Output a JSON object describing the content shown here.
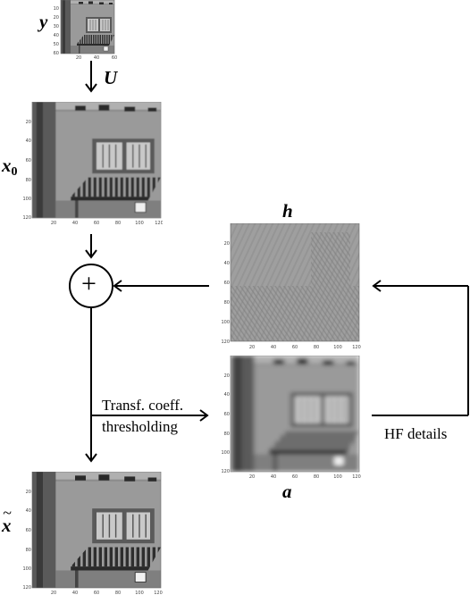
{
  "labels": {
    "y": "y",
    "U": "U",
    "x0_main": "x",
    "x0_sub": "0",
    "h": "h",
    "a": "a",
    "x_tilde": "x",
    "tilde": "~"
  },
  "annotations": {
    "thresholding_line1": "Transf. coeff.",
    "thresholding_line2": "thresholding",
    "hf_details": "HF details",
    "sum_symbol": "+"
  },
  "images": [
    {
      "id": "y",
      "kind": "low-resolution building facade",
      "ticks_y": [
        "10",
        "20",
        "30",
        "40",
        "50",
        "60"
      ],
      "ticks_x": [
        "20",
        "40",
        "60"
      ]
    },
    {
      "id": "x0",
      "kind": "upsampled building facade",
      "ticks_y": [
        "20",
        "40",
        "60",
        "80",
        "100",
        "120"
      ],
      "ticks_x": [
        "20",
        "40",
        "60",
        "80",
        "100",
        "120"
      ]
    },
    {
      "id": "h",
      "kind": "high-frequency detail map",
      "ticks_y": [
        "20",
        "40",
        "60",
        "80",
        "100",
        "120"
      ],
      "ticks_x": [
        "20",
        "40",
        "60",
        "80",
        "100",
        "120"
      ]
    },
    {
      "id": "a",
      "kind": "blurred approximation",
      "ticks_y": [
        "20",
        "40",
        "60",
        "80",
        "100",
        "120"
      ],
      "ticks_x": [
        "20",
        "40",
        "60",
        "80",
        "100",
        "120"
      ]
    },
    {
      "id": "x_tilde",
      "kind": "reconstructed building facade",
      "ticks_y": [
        "20",
        "40",
        "60",
        "80",
        "100",
        "120"
      ],
      "ticks_x": [
        "20",
        "40",
        "60",
        "80",
        "100",
        "120"
      ]
    }
  ]
}
